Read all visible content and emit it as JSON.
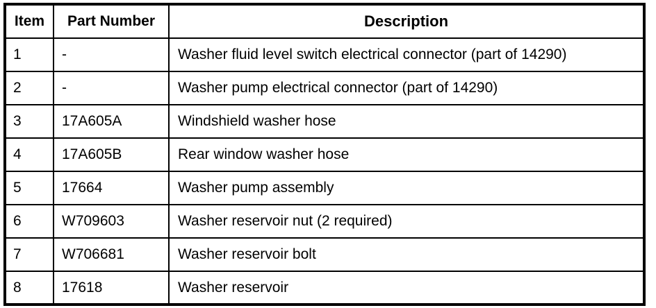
{
  "table": {
    "title": "",
    "columns": [
      {
        "key": "item",
        "label": "Item",
        "align": "center"
      },
      {
        "key": "part_number",
        "label": "Part Number",
        "align": "center"
      },
      {
        "key": "description",
        "label": "Description",
        "align": "center"
      }
    ],
    "rows": [
      {
        "item": "1",
        "part_number": "-",
        "description": "Washer fluid level switch electrical connector (part of 14290)"
      },
      {
        "item": "2",
        "part_number": "-",
        "description": "Washer pump electrical connector (part of 14290)"
      },
      {
        "item": "3",
        "part_number": "17A605A",
        "description": "Windshield washer hose"
      },
      {
        "item": "4",
        "part_number": "17A605B",
        "description": "Rear window washer hose"
      },
      {
        "item": "5",
        "part_number": "17664",
        "description": "Washer pump assembly"
      },
      {
        "item": "6",
        "part_number": "W709603",
        "description": "Washer reservoir nut (2 required)"
      },
      {
        "item": "7",
        "part_number": "W706681",
        "description": "Washer reservoir bolt"
      },
      {
        "item": "8",
        "part_number": "17618",
        "description": "Washer reservoir"
      }
    ]
  },
  "colors": {
    "border": "#000000",
    "text": "#000000",
    "background": "#ffffff"
  }
}
